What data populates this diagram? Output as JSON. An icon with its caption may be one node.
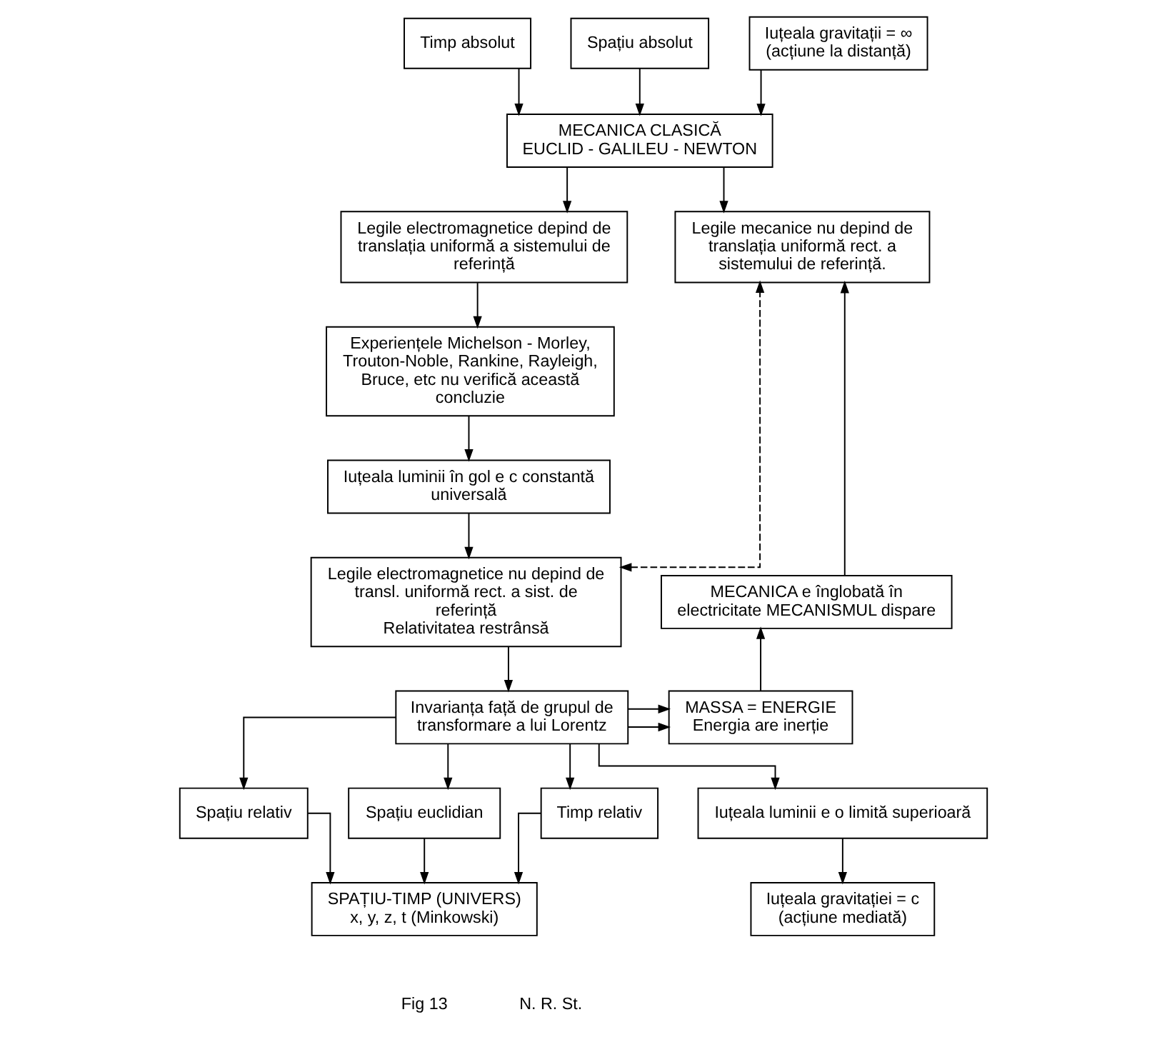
{
  "diagram": {
    "nodes": [
      {
        "text": [
          "Timp absolut"
        ]
      },
      {
        "text": [
          "Spațiu absolut"
        ]
      },
      {
        "text": [
          "Iuțeala gravitații = ∞",
          "(acțiune la distanță)"
        ]
      },
      {
        "text": [
          "MECANICA CLASICĂ",
          "EUCLID - GALILEU - NEWTON"
        ]
      },
      {
        "text": [
          "Legile mecanice nu depind de translația uniformă rect. a sistemului de referință."
        ]
      },
      {
        "text": [
          "Legile electromagnetice depind de translația uniformă a sistemului de referință"
        ]
      },
      {
        "text": [
          "Experiențele Michelson - Morley, Trouton-Noble, Rankine, Rayleigh, Bruce, etc nu verifică această concluzie"
        ]
      },
      {
        "text": [
          "Iuțeala luminii în gol e c constantă universală"
        ]
      },
      {
        "text": [
          "Legile electromagnetice nu depind de transl. uniformă rect. a sist. de referință",
          "Relativitatea restrânsă"
        ]
      },
      {
        "text": [
          "MECANICA e înglobată în electricitate MECANISMUL dispare"
        ]
      },
      {
        "text": [
          "MASSA = ENERGIE",
          "Energia are inerție"
        ]
      },
      {
        "text": [
          "Invarianța față de grupul de transformare a lui Lorentz"
        ]
      },
      {
        "text": [
          "Timp relativ"
        ]
      },
      {
        "text": [
          "Spațiu relativ"
        ]
      },
      {
        "text": [
          "Spațiu euclidian"
        ]
      },
      {
        "text": [
          "Iuțeala luminii e o limită superioară"
        ]
      },
      {
        "text": [
          "SPAȚIU-TIMP (UNIVERS)",
          "x, y, z, t (Minkowski)"
        ]
      },
      {
        "text": [
          "Iuțeala gravitației = c",
          "(acțiune mediată)"
        ]
      }
    ],
    "edges": [
      {
        "from": 0,
        "to": 3,
        "arrow": "to"
      },
      {
        "from": 1,
        "to": 3,
        "arrow": "to"
      },
      {
        "from": 2,
        "to": 3,
        "arrow": "to"
      },
      {
        "from": 3,
        "to": 4,
        "arrow": "to"
      },
      {
        "from": 3,
        "to": 5,
        "arrow": "to"
      },
      {
        "from": 5,
        "to": 6,
        "arrow": "to"
      },
      {
        "from": 6,
        "to": 7,
        "arrow": "to"
      },
      {
        "from": 7,
        "to": 8,
        "arrow": "to"
      },
      {
        "from": 8,
        "to": 4,
        "arrow": "both",
        "style": "dashed"
      },
      {
        "from": 9,
        "to": 4,
        "arrow": "to"
      },
      {
        "from": 10,
        "to": 9,
        "arrow": "to"
      },
      {
        "from": 11,
        "to": 10,
        "arrow": "to"
      },
      {
        "from": 8,
        "to": 11,
        "arrow": "to"
      },
      {
        "from": 11,
        "to": 10,
        "arrow": "to"
      },
      {
        "from": 11,
        "to": 12,
        "arrow": "to"
      },
      {
        "from": 11,
        "to": 13,
        "arrow": "to"
      },
      {
        "from": 11,
        "to": 14,
        "arrow": "to"
      },
      {
        "from": 11,
        "to": 15,
        "arrow": "to"
      },
      {
        "from": 12,
        "to": 16,
        "arrow": "to"
      },
      {
        "from": 13,
        "to": 16,
        "arrow": "to"
      },
      {
        "from": 14,
        "to": 16,
        "arrow": "to"
      },
      {
        "from": 15,
        "to": 17,
        "arrow": "to"
      }
    ],
    "labels": [
      "Fig 13",
      "N. R. St."
    ]
  }
}
